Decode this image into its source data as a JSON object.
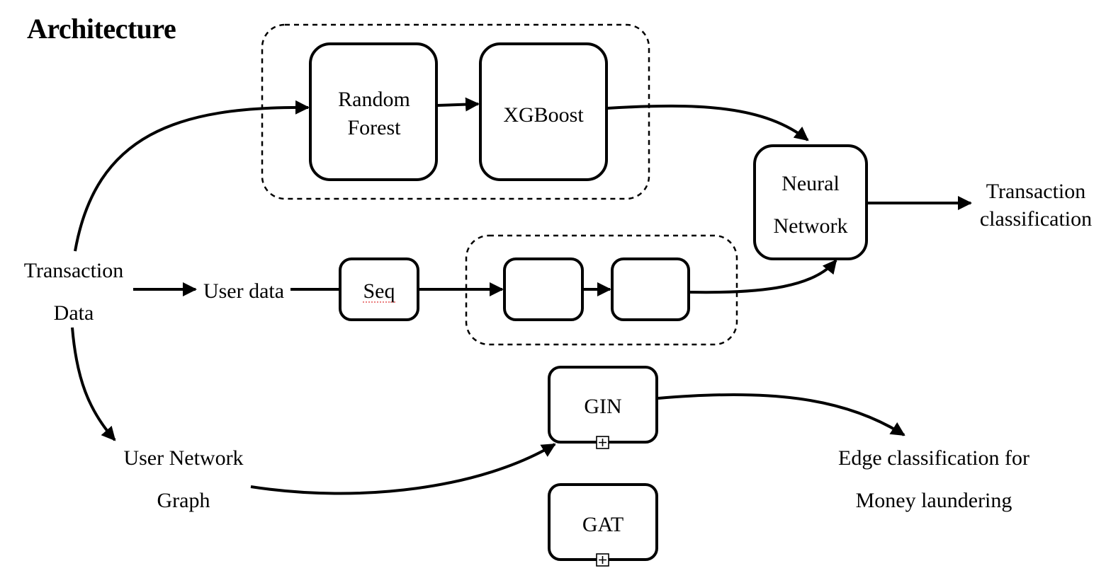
{
  "title": "Architecture",
  "nodes": {
    "transaction_data": [
      "Transaction",
      "Data"
    ],
    "random_forest": [
      "Random",
      "Forest"
    ],
    "xgboost": "XGBoost",
    "neural_network": [
      "Neural",
      "Network"
    ],
    "transaction_classification": [
      "Transaction",
      "classification"
    ],
    "user_data": "User data",
    "seq": "Seq",
    "user_network_graph": [
      "User Network",
      "Graph"
    ],
    "gin": "GIN",
    "gat": "GAT",
    "edge_classification": [
      "Edge classification for",
      "Money laundering"
    ]
  }
}
